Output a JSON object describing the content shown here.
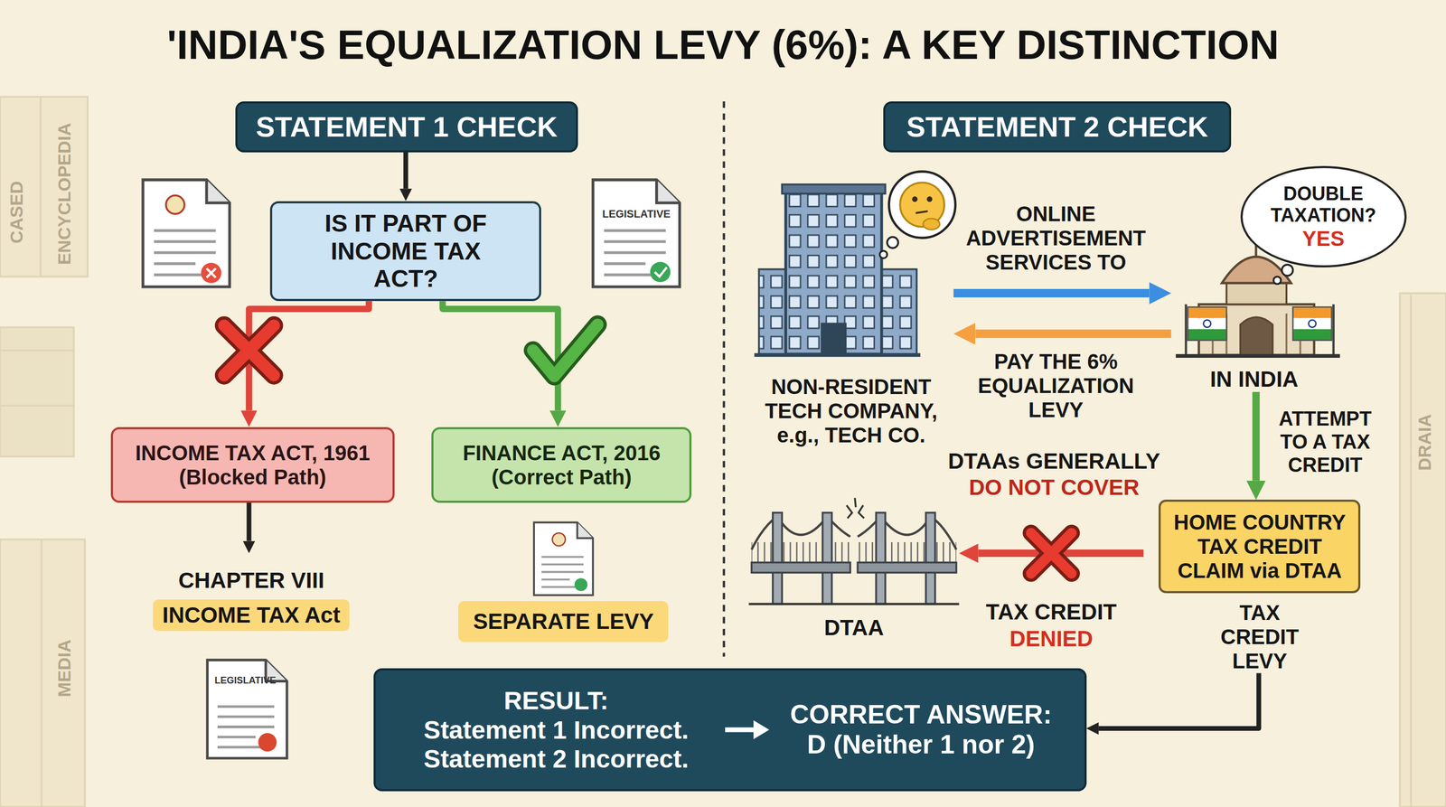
{
  "diagram": {
    "title": "'INDIA'S EQUALIZATION LEVY (6%): A KEY DISTINCTION",
    "nodes": [
      {
        "text": [
          "STATEMENT 1 CHECK"
        ]
      },
      {
        "text": [
          "IS IT PART OF INCOME TAX ACT?"
        ]
      },
      {
        "text": [
          "INCOME TAX ACT, 1961",
          "(Blocked Path)"
        ]
      },
      {
        "text": [
          "FINANCE ACT, 2016",
          "(Correct Path)"
        ]
      },
      {
        "text": [
          "CHAPTER VIII",
          "INCOME TAX Act"
        ]
      },
      {
        "text": [
          "SEPARATE LEVY"
        ]
      },
      {
        "text": [
          "STATEMENT 2 CHECK"
        ]
      },
      {
        "text": [
          "NON-RESIDENT TECH COMPANY, e.g., TECH CO."
        ]
      },
      {
        "text": [
          "DOUBLE TAXATION?",
          "YES"
        ]
      },
      {
        "text": [
          "IN INDIA"
        ]
      },
      {
        "text": [
          "HOME COUNTRY TAX CREDIT CLAIM via DTAA",
          "TAX CREDIT LEVY"
        ]
      },
      {
        "text": [
          "DTAA"
        ]
      },
      {
        "text": [
          "RESULT:",
          "Statement 1 Incorrect. Statement 2 Incorrect.",
          "CORRECT ANSWER:",
          "D (Neither 1 nor 2)"
        ]
      }
    ],
    "edges": [
      {
        "from": 0,
        "to": 1,
        "arrow": "to"
      },
      {
        "from": 1,
        "to": 2,
        "arrow": "to"
      },
      {
        "from": 1,
        "to": 3,
        "arrow": "to"
      },
      {
        "from": 2,
        "to": 4,
        "arrow": "to"
      },
      {
        "from": 7,
        "to": 9,
        "label": "ONLINE ADVERTISEMENT SERVICES TO",
        "arrow": "to"
      },
      {
        "from": 9,
        "to": 7,
        "label": "PAY THE 6% EQUALIZATION LEVY",
        "arrow": "to"
      },
      {
        "from": 9,
        "to": 10,
        "label": "ATTEMPT TO A TAX CREDIT",
        "arrow": "to"
      },
      {
        "from": 10,
        "to": 11,
        "arrow": "to"
      },
      {
        "from": 10,
        "to": 12,
        "arrow": "to"
      }
    ],
    "labels": [
      "CASED",
      "ENCYCLOPEDIA",
      "MEDIA",
      "DRAIA",
      "LEGISLATIVE",
      "LEGISLATIVE",
      "DTAAs GENERALLY",
      "DO NOT COVER",
      "TAX CREDIT",
      "DENIED"
    ]
  }
}
